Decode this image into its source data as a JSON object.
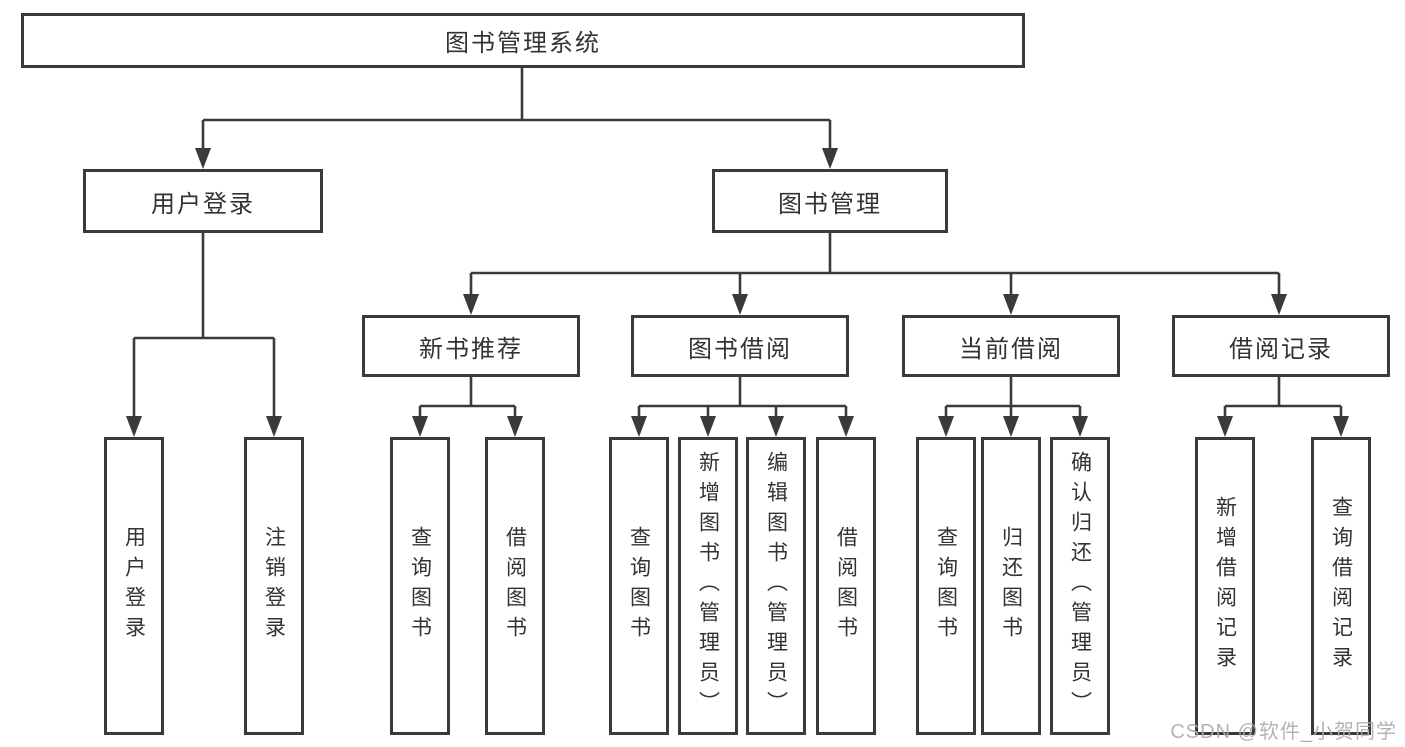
{
  "diagram": {
    "root": {
      "label": "图书管理系统"
    },
    "level2": [
      {
        "label": "用户登录"
      },
      {
        "label": "图书管理"
      }
    ],
    "level3": [
      {
        "label": "新书推荐"
      },
      {
        "label": "图书借阅"
      },
      {
        "label": "当前借阅"
      },
      {
        "label": "借阅记录"
      }
    ],
    "leaves": [
      {
        "label": "用户登录"
      },
      {
        "label": "注销登录"
      },
      {
        "label": "查询图书"
      },
      {
        "label": "借阅图书"
      },
      {
        "label": "查询图书"
      },
      {
        "label": "新增图书（管理员）"
      },
      {
        "label": "编辑图书（管理员）"
      },
      {
        "label": "借阅图书"
      },
      {
        "label": "查询图书"
      },
      {
        "label": "归还图书"
      },
      {
        "label": "确认归还（管理员）"
      },
      {
        "label": "新增借阅记录"
      },
      {
        "label": "查询借阅记录"
      }
    ]
  },
  "watermark": {
    "text": "CSDN @软件_小贺同学"
  },
  "colors": {
    "line": "#3a3a3a",
    "box_border": "#3a3a3a",
    "text": "#333333",
    "background": "#ffffff",
    "watermark": "#acacac"
  }
}
